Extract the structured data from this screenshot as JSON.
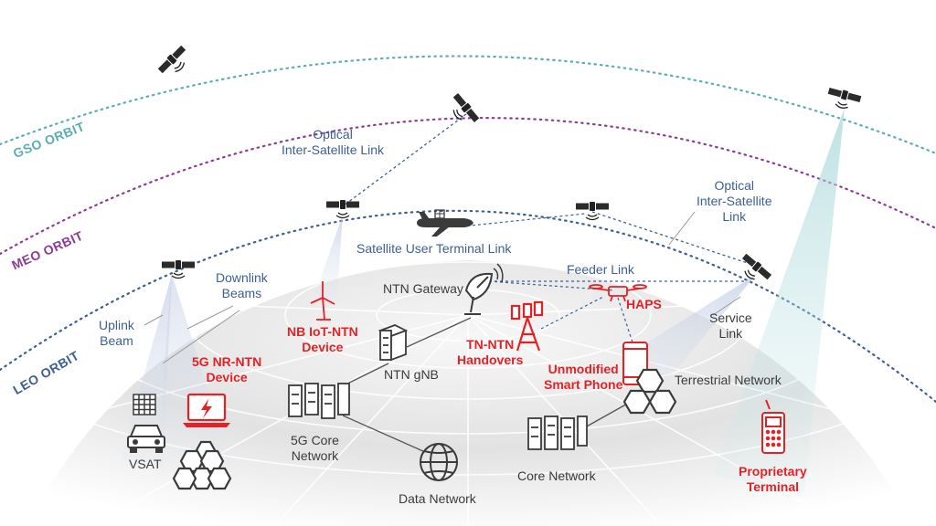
{
  "orbits": {
    "gso": "GSO ORBIT",
    "meo": "MEO ORBIT",
    "leo": "LEO ORBIT"
  },
  "labels": {
    "optical_isl_left": [
      "Optical",
      "Inter-Satellite Link"
    ],
    "optical_isl_right": [
      "Optical",
      "Inter-Satellite",
      "Link"
    ],
    "satellite_user_terminal_link": "Satellite User Terminal Link",
    "downlink_beams": [
      "Downlink",
      "Beams"
    ],
    "uplink_beam": [
      "Uplink",
      "Beam"
    ],
    "feeder_link": "Feeder Link",
    "ntn_gateway": "NTN Gateway",
    "haps": "HAPS",
    "service_link": [
      "Service",
      "Link"
    ],
    "nb_iot_ntn_device": [
      "NB IoT-NTN",
      "Device"
    ],
    "fiveg_nr_ntn_device": [
      "5G NR-NTN",
      "Device"
    ],
    "tn_ntn_handovers": [
      "TN-NTN",
      "Handovers"
    ],
    "unmodified_smart_phone": [
      "Unmodified",
      "Smart Phone"
    ],
    "ntn_gnb": "NTN gNB",
    "terrestrial_network": "Terrestrial Network",
    "vsat": "VSAT",
    "fiveg_core_network": [
      "5G Core",
      "Network"
    ],
    "core_network": "Core Network",
    "data_network": "Data Network",
    "proprietary_terminal": [
      "Proprietary",
      "Terminal"
    ]
  },
  "colors": {
    "gso": "#5aaeb3",
    "meo": "#8e3a97",
    "leo": "#3d5f95",
    "label_blue": "#3d5f95",
    "accent_red": "#e32226",
    "icon_gray": "#4a4a4a"
  }
}
